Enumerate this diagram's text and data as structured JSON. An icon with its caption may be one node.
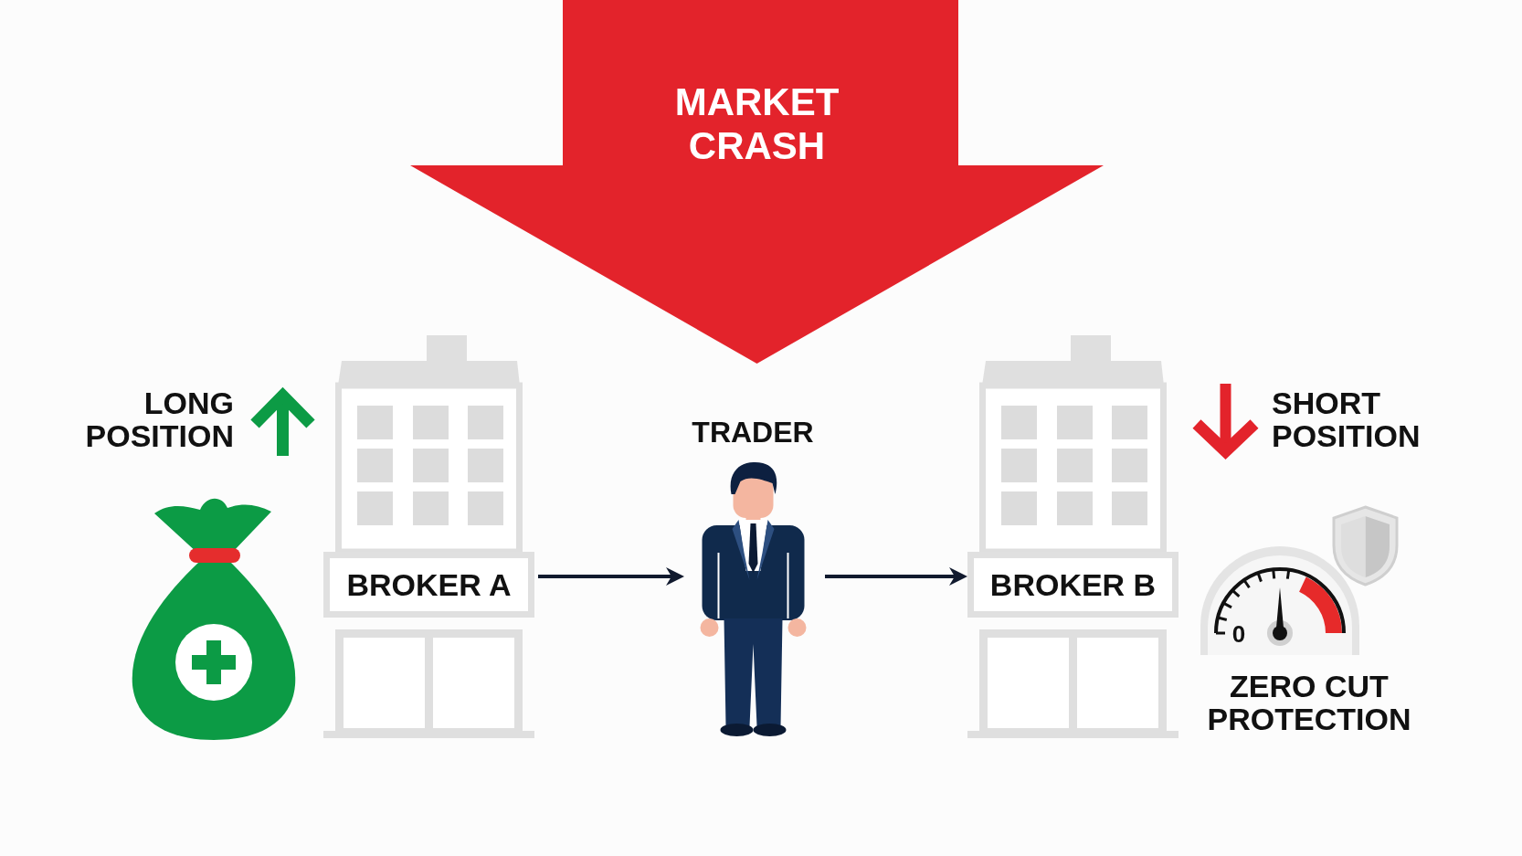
{
  "diagram": {
    "nodes": [
      {
        "text": [
          "MARKET CRASH"
        ]
      },
      {
        "text": [
          "BROKER A"
        ],
        "beside": [
          "LONG POSITION"
        ]
      },
      {
        "text": [
          "TRADER"
        ]
      },
      {
        "text": [
          "BROKER B"
        ],
        "beside": [
          "SHORT POSITION",
          "ZERO CUT PROTECTION"
        ]
      }
    ],
    "edges": [
      {
        "from": 1,
        "to": 2,
        "arrow": "to"
      },
      {
        "from": 2,
        "to": 3,
        "arrow": "to"
      }
    ],
    "labels": [
      "0"
    ]
  }
}
